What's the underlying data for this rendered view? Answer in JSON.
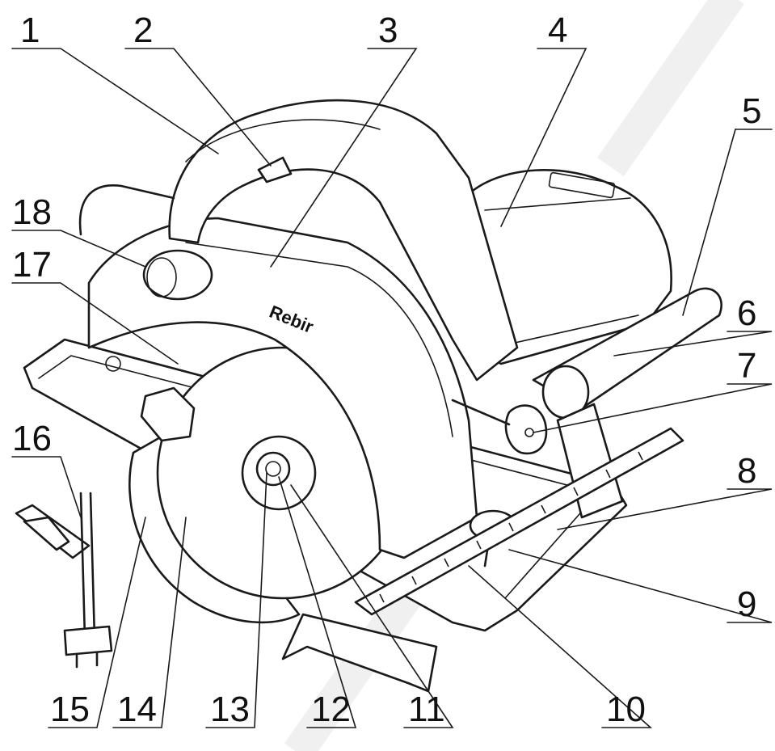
{
  "brand_label": "Rebir",
  "callouts": [
    "1",
    "2",
    "3",
    "4",
    "5",
    "6",
    "7",
    "8",
    "9",
    "10",
    "11",
    "12",
    "13",
    "14",
    "15",
    "16",
    "17",
    "18"
  ],
  "watermark_present": true,
  "colors": {
    "line": "#1a1a1a",
    "background": "#ffffff"
  }
}
